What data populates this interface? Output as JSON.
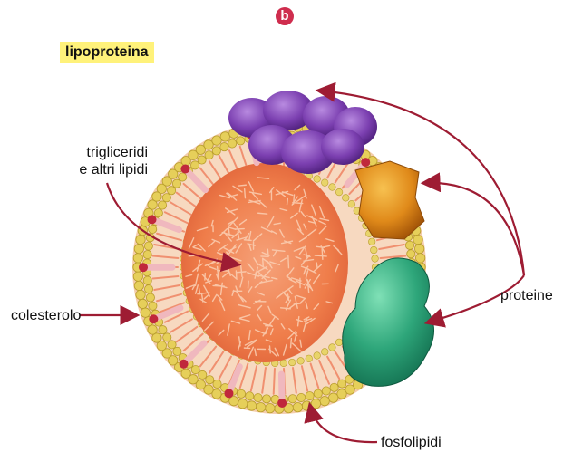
{
  "badge": "b",
  "title": "lipoproteina",
  "labels": {
    "trigliceridi_line1": "trigliceridi",
    "trigliceridi_line2": "e altri lipidi",
    "colesterolo": "colesterolo",
    "proteine": "proteine",
    "fosfolipidi": "fosfolipidi"
  },
  "colors": {
    "arrow": "#9e1c33",
    "badge": "#cf2d4e",
    "title_highlight": "#fff27a",
    "phospholipid_head": "#e6cf5a",
    "core": "#f08a55",
    "protein_purple": "#7b3fb0",
    "protein_orange": "#e08a1a",
    "protein_green": "#2ea67a"
  }
}
